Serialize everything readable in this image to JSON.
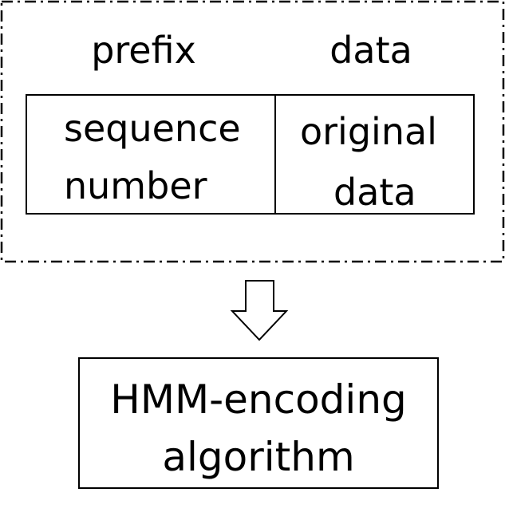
{
  "packet": {
    "prefix_label": "prefix",
    "data_label": "data",
    "prefix_field": {
      "line1": "sequence",
      "line2": "number"
    },
    "data_field": {
      "line1": "original",
      "line2": "data"
    }
  },
  "algorithm": {
    "line1": "HMM-encoding",
    "line2": "algorithm"
  }
}
